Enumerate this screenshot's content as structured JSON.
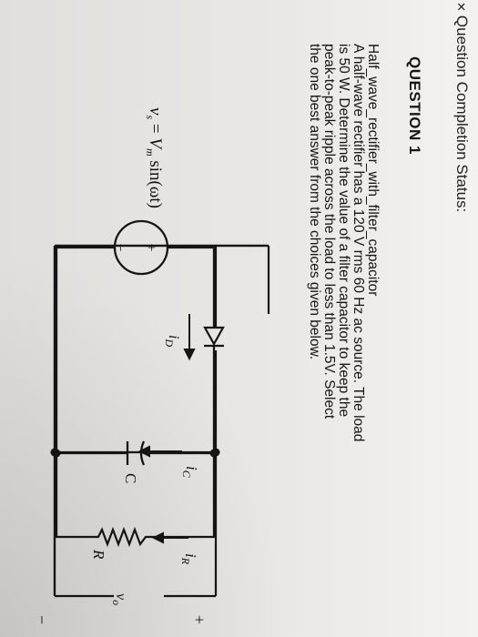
{
  "header": {
    "status_label": "Question Completion Status:"
  },
  "question": {
    "heading": "QUESTION 1",
    "topic": "Half_wave_rectifier_with_filter_capacitor",
    "text_lines": [
      "A half-wave rectifier has a 120 V rms 60 Hz ac source.  The load",
      "is 50 W.  Determine the value of a filter capacitor to keep the",
      "peak-to-peak ripple across the load to less than 1.5V.  Select",
      "the one best answer from the choices given below."
    ]
  },
  "circuit": {
    "source_label": "v<sub>s</sub> = V<sub>m</sub> sin(ωt)",
    "source_plus": "+",
    "source_minus": "−",
    "diode_current": "iD",
    "cap_current": "iC",
    "cap_label": "C",
    "load_current": "iR",
    "load_label": "R",
    "output_label": "vo",
    "output_plus": "+",
    "output_minus": "−"
  },
  "colors": {
    "wire": "#151515",
    "paper": "#ecebe9",
    "text": "#161616"
  }
}
